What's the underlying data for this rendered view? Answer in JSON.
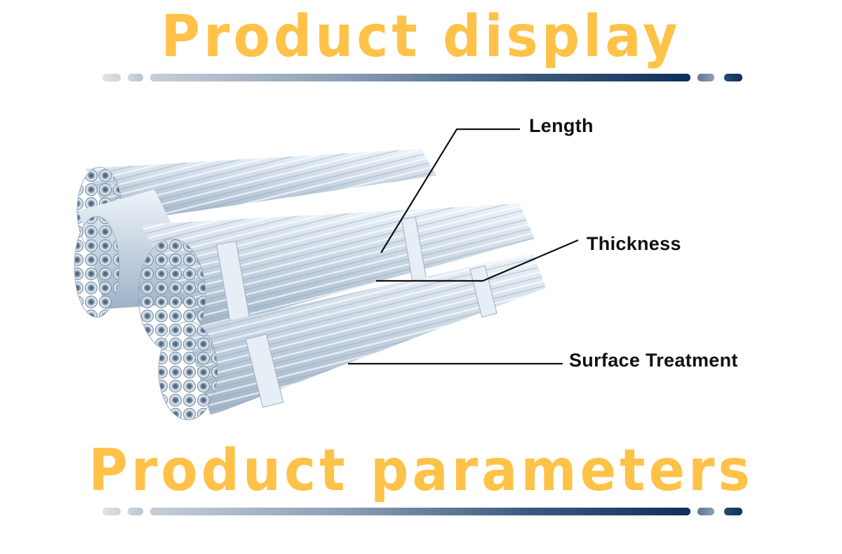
{
  "headings": {
    "top": "Product display",
    "bottom": "Product parameters"
  },
  "callouts": {
    "length": "Length",
    "thickness": "Thickness",
    "surface_treatment": "Surface Treatment"
  },
  "colors": {
    "heading": "#ffc249",
    "divider_dark": "#0e2f59",
    "divider_light": "#cbd3dc",
    "pipe_metal": "#c9d6e3",
    "label_text": "#111111"
  },
  "icons": {
    "illustration": "galvanized-steel-pipe-bundles-illustration"
  }
}
